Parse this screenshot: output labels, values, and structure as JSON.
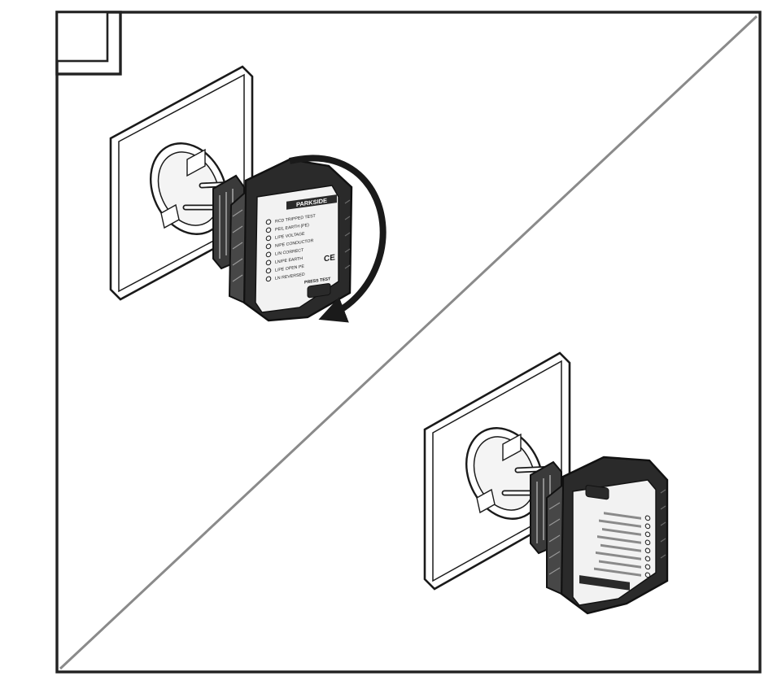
{
  "figure": {
    "step_number": "",
    "colors": {
      "ink": "#1a1a1a",
      "frame": "#222222",
      "diagonal": "#8a8a8a",
      "device": "#2a2a2a",
      "label_plate": "#f2f2f2",
      "background": "#ffffff"
    },
    "icons": [
      "wall-socket-icon",
      "socket-tester-icon",
      "rotate-arrow-icon"
    ]
  },
  "tester": {
    "brand": "PARKSIDE",
    "rcd_button": "PRESS TEST",
    "led_labels": [
      "RCD TRIPPED TEST",
      "PE/L EARTH (PE)",
      "L/PE VOLTAGE",
      "N/PE CONDUCTOR",
      "L/N CORRECT",
      "LN/PE EARTH",
      "L/PE OPEN PE",
      "LN REVERSED"
    ],
    "ce_mark": "CE"
  }
}
